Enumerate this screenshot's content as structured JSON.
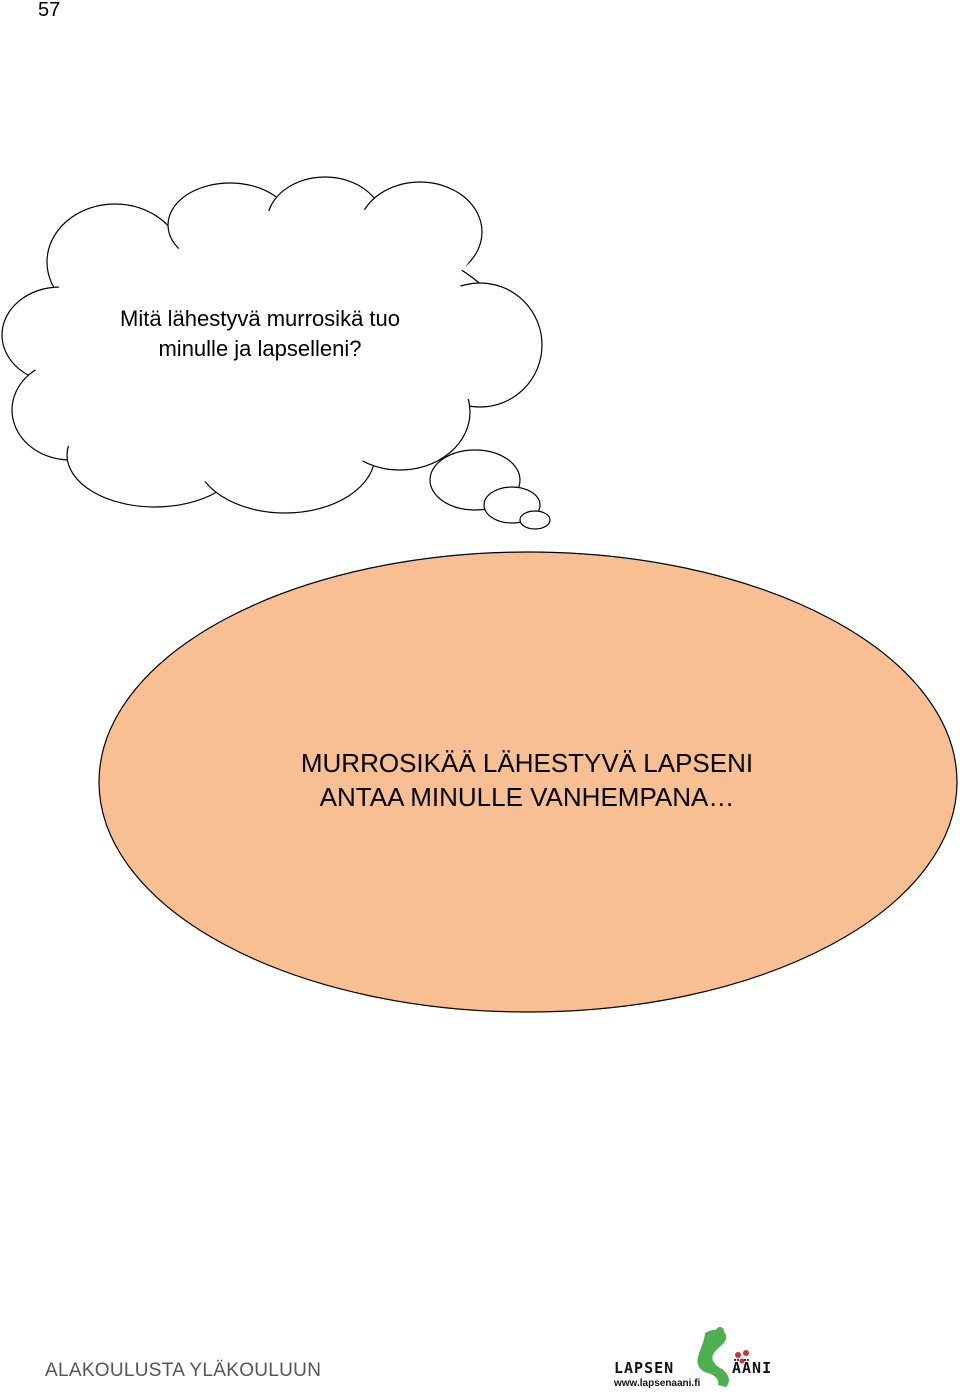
{
  "page": {
    "number": "57"
  },
  "cloud": {
    "line1": "Mitä lähestyvä murrosikä tuo",
    "line2": "minulle ja lapselleni?"
  },
  "ellipse": {
    "line1": "MURROSIKÄÄ LÄHESTYVÄ LAPSENI",
    "line2": "ANTAA MINULLE VANHEMPANA…",
    "fill_color": "#F8BF93"
  },
  "footer": {
    "text": "ALAKOULUSTA YLÄKOULUUN",
    "logo": {
      "word1": "LAPSEN",
      "word2": "ÄÄNI",
      "url": "www.lapsenaani.fi",
      "accent_green": "#4CAF50",
      "accent_red": "#D32F2F"
    }
  }
}
